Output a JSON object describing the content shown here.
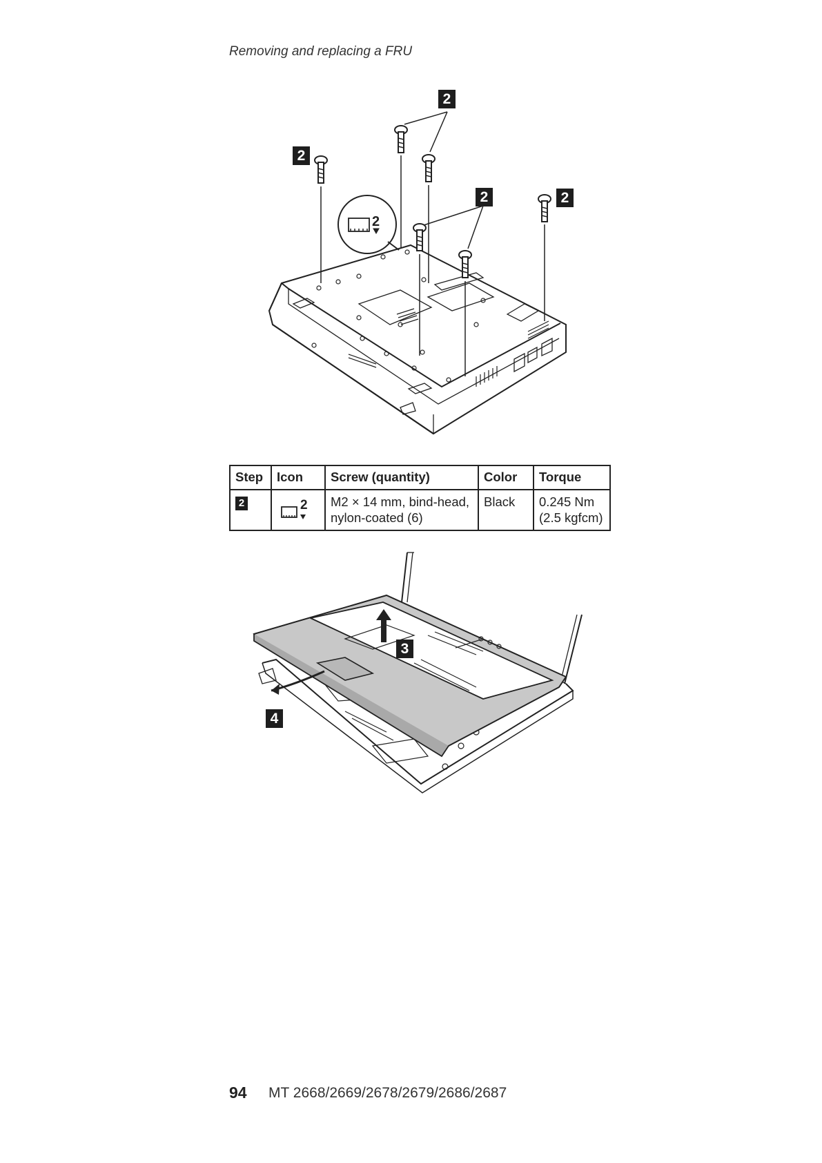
{
  "header": {
    "title": "Removing and replacing a FRU"
  },
  "figure1": {
    "callouts": [
      "2",
      "2",
      "2",
      "2"
    ],
    "icon_number": "2"
  },
  "table": {
    "headers": [
      "Step",
      "Icon",
      "Screw (quantity)",
      "Color",
      "Torque"
    ],
    "row": {
      "step": "2",
      "icon_number": "2",
      "screw_line1": "M2 × 14 mm, bind-head,",
      "screw_line2": "nylon-coated (6)",
      "color": "Black",
      "torque_line1": "0.245 Nm",
      "torque_line2": "(2.5 kgfcm)"
    }
  },
  "figure2": {
    "callouts": [
      "3",
      "4"
    ]
  },
  "footer": {
    "page_number": "94",
    "machine_types": "MT 2668/2669/2678/2679/2686/2687"
  }
}
